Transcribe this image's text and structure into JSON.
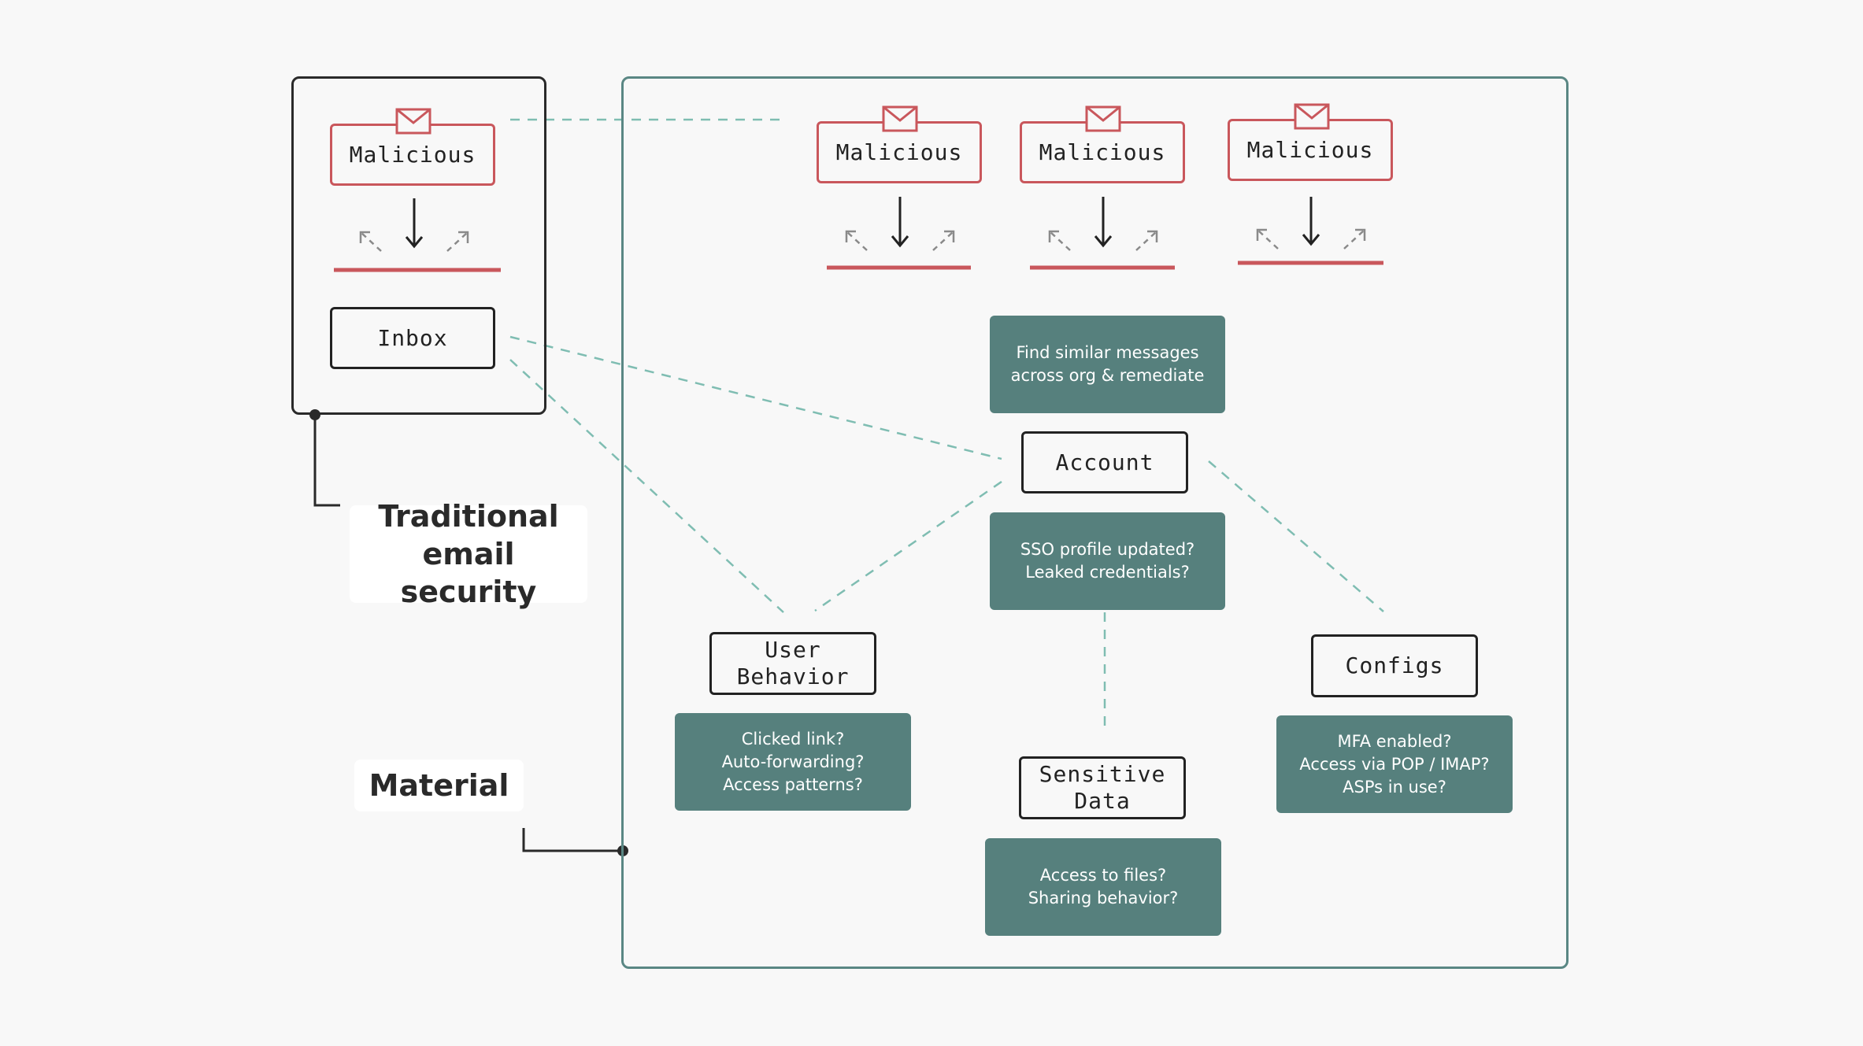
{
  "traditional": {
    "label": "Traditional\nemail security",
    "malicious_label": "Malicious",
    "inbox_label": "Inbox"
  },
  "material": {
    "label": "Material",
    "malicious_labels": [
      "Malicious",
      "Malicious",
      "Malicious"
    ],
    "remediate_text": "Find similar messages\nacross org & remediate",
    "account_label": "Account",
    "account_question": "SSO profile updated?\nLeaked credentials?",
    "user_behavior_label": "User\nBehavior",
    "user_behavior_question": "Clicked link?\nAuto-forwarding?\nAccess patterns?",
    "sensitive_data_label": "Sensitive\nData",
    "sensitive_data_question": "Access to files?\nSharing behavior?",
    "configs_label": "Configs",
    "configs_question": "MFA enabled?\nAccess via POP / IMAP?\nASPs in use?"
  },
  "colors": {
    "background": "#f8f8f8",
    "malicious_red": "#c9575c",
    "teal_box": "#56807d",
    "teal_frame": "#5a8784",
    "dashed_connector": "#7fbdb2",
    "dark_outline": "#2a2a2a"
  },
  "icons": {
    "envelope": "envelope-icon",
    "arrow_down": "arrow-down-icon",
    "deflect_left": "deflect-left-arrow-icon",
    "deflect_right": "deflect-right-arrow-icon"
  }
}
